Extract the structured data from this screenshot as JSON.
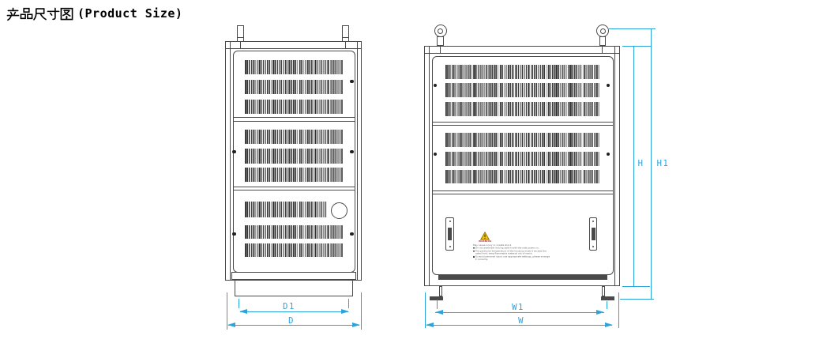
{
  "title": {
    "zh": "产品尺寸图",
    "en": "(Product Size)",
    "full": "产品尺寸图 (Product Size)"
  },
  "colors": {
    "dimension_line": "#2aa4dd",
    "drawing_line": "#4a4a4a",
    "warning_yellow": "#f5c400"
  },
  "dimensions": {
    "front_view": {
      "inner_width_label": "D1",
      "outer_width_label": "D"
    },
    "side_view": {
      "inner_width_label": "W1",
      "outer_width_label": "W",
      "height_label": "H",
      "total_height_label": "H1"
    }
  },
  "warning_label": {
    "word": "WARNING",
    "heading": "May cause injury or unsafe shock",
    "bullets": [
      "Do not assemble locking switch with the side power on.",
      "The particular temperature of the housing mustn't exceed the rated limit, keep flammable material out of reach.",
      "To avoid personal injury use appropriate settings, please arrange it correctly."
    ]
  }
}
